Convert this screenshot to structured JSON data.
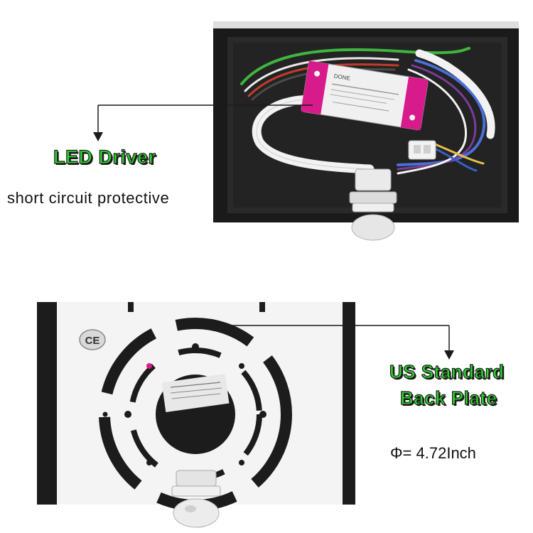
{
  "top_section": {
    "title": "LED Driver",
    "note": "short circuit protective",
    "driver_brand": "DONE"
  },
  "bottom_section": {
    "title_line1": "US Standard",
    "title_line2": "Back Plate",
    "diameter": "Φ= 4.72Inch",
    "ce_mark": "CE"
  },
  "colors": {
    "label_green": "#2fd52f",
    "housing_black": "#1c1c1c",
    "driver_magenta": "#d81b8a",
    "plate_white": "#f4f4f4"
  }
}
